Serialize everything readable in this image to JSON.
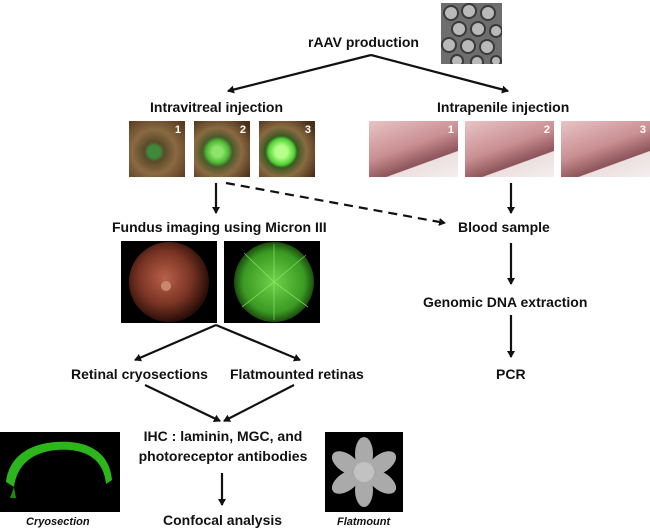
{
  "nodes": {
    "raav": "rAAV production",
    "intravitreal": "Intravitreal injection",
    "intrapenile": "Intrapenile injection",
    "fundus": "Fundus imaging using Micron III",
    "blood": "Blood sample",
    "genomic": "Genomic DNA extraction",
    "pcr": "PCR",
    "cryo": "Retinal cryosections",
    "flat": "Flatmounted retinas",
    "ihc_line1": "IHC : laminin, MGC, and",
    "ihc_line2": "photoreceptor antibodies",
    "confocal": "Confocal analysis"
  },
  "panel_numbers": [
    "1",
    "2",
    "3"
  ],
  "captions": {
    "cryosection": "Cryosection",
    "flatmount": "Flatmount"
  },
  "colors": {
    "gfp_green": "#3fcc2a",
    "eye_brown": "#6b4a2c",
    "fundus_red": "#8a3a25",
    "skin_pink": "#d9a6a8"
  }
}
